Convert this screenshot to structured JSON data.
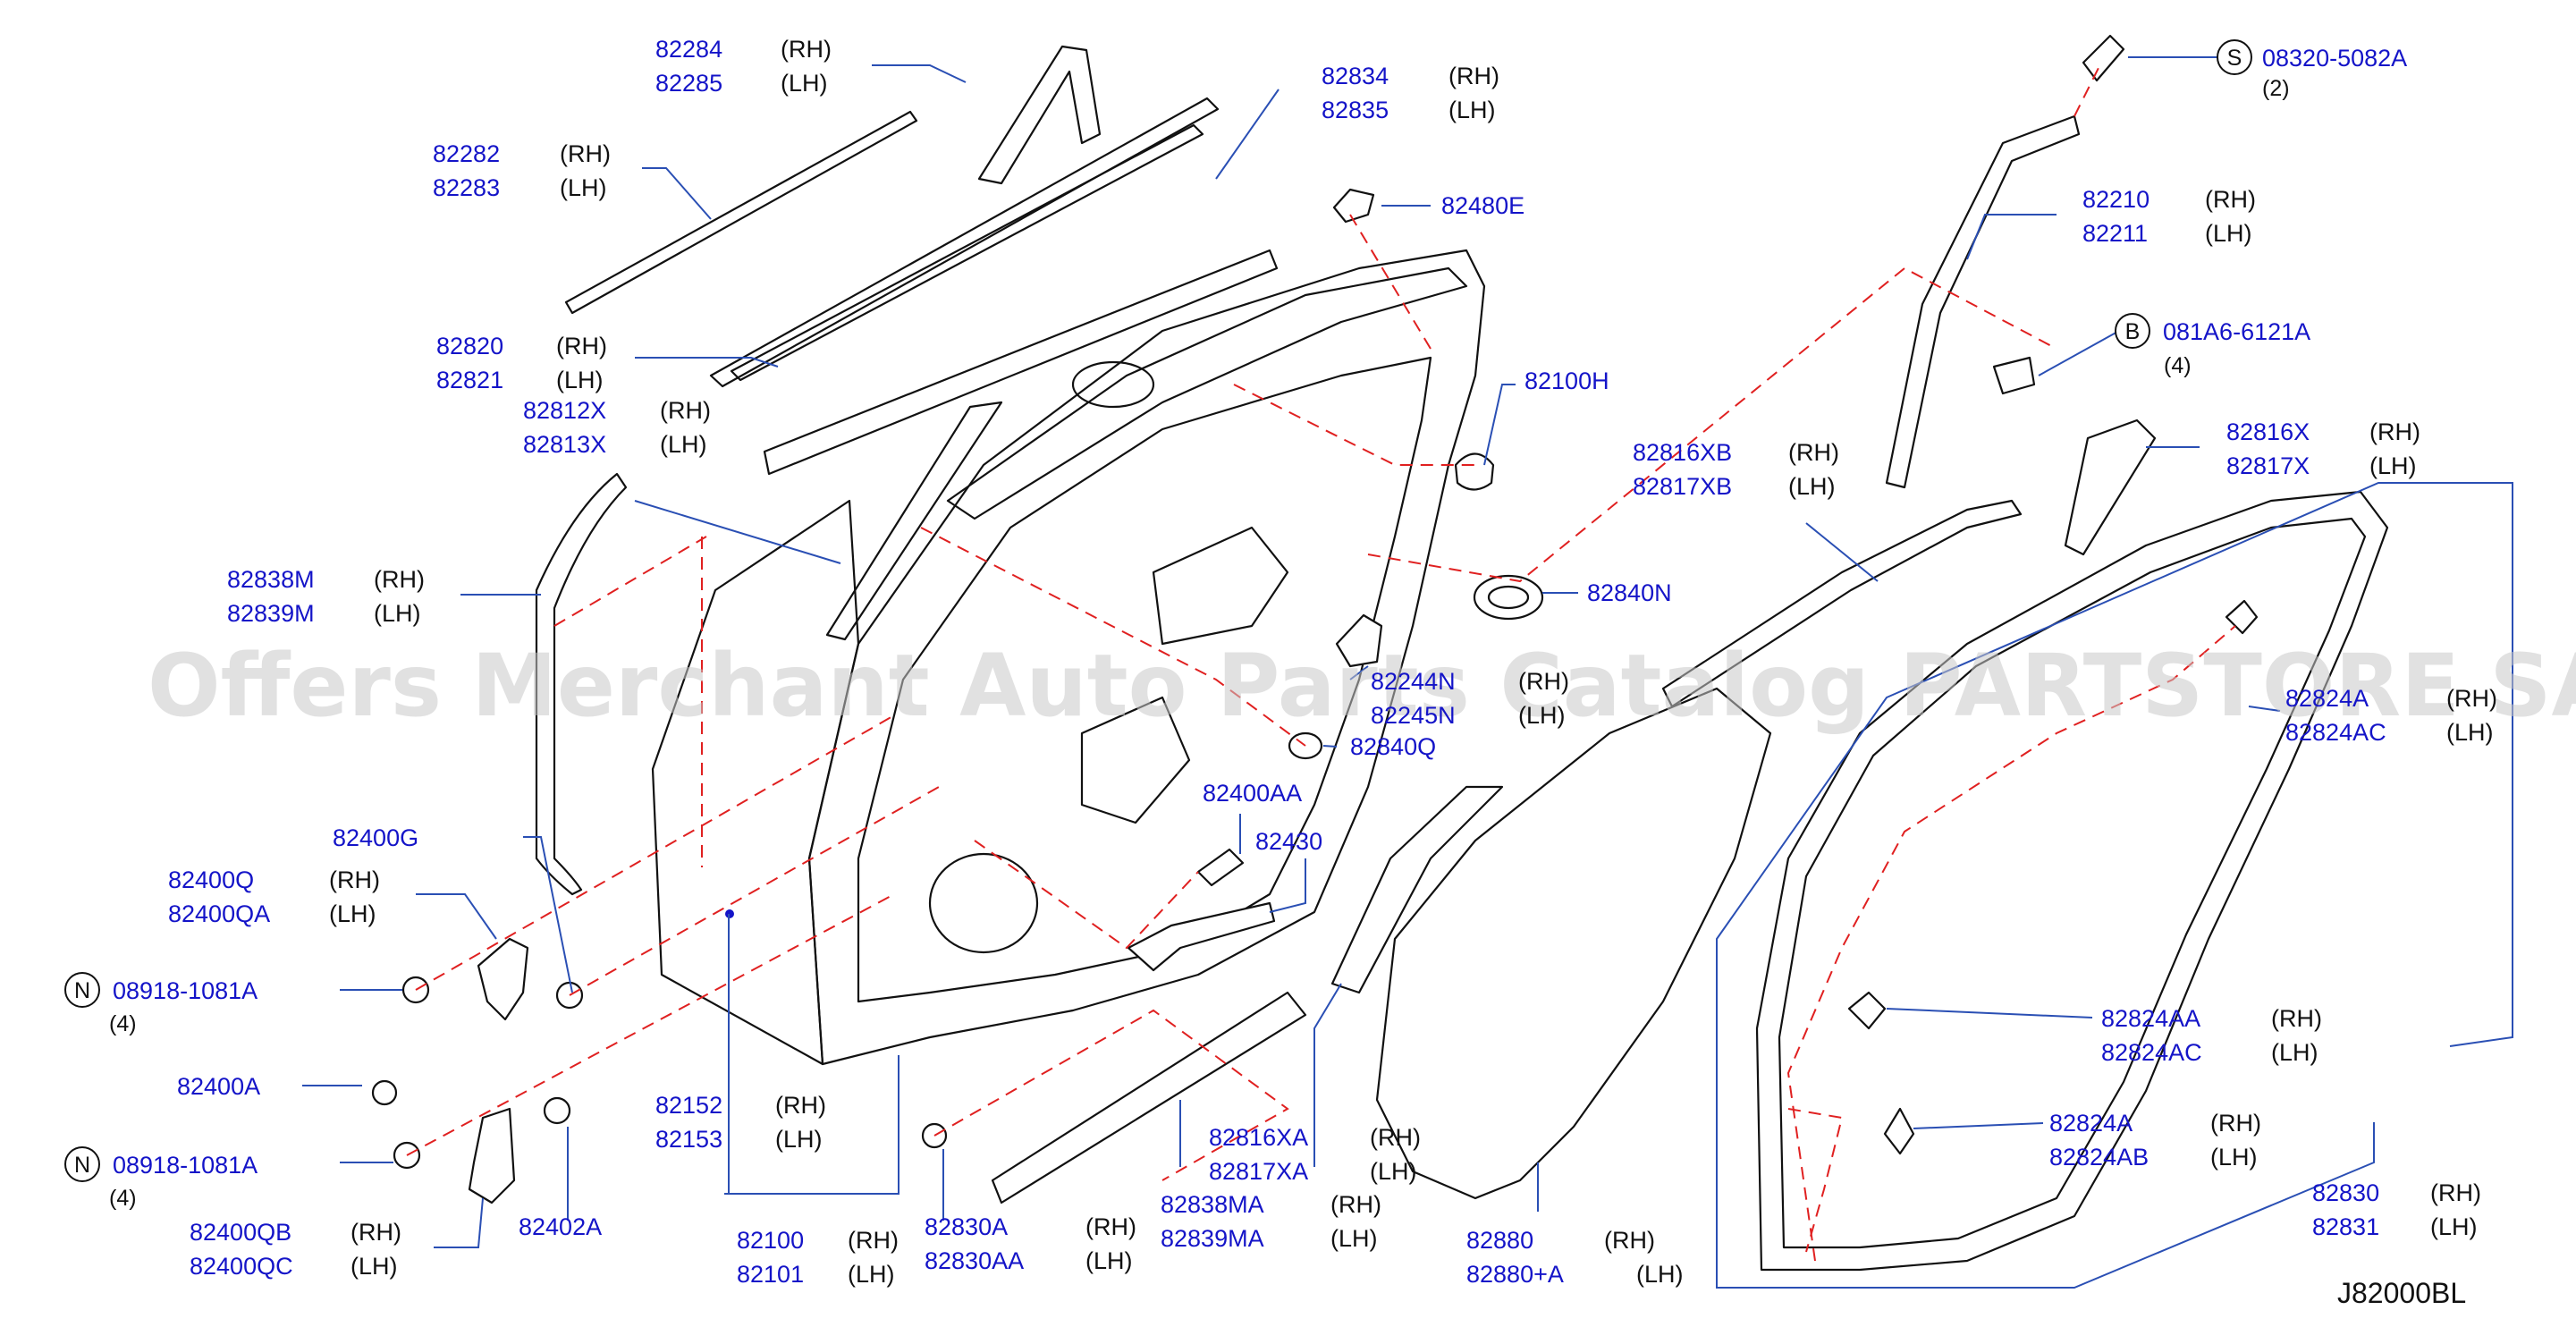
{
  "watermark": "Offers Merchant Auto Parts Catalog PARTSTORE SA",
  "diagram_code": "J82000BL",
  "callouts": {
    "c82284": {
      "pn1": "82284",
      "pn2": "82285",
      "s1": "(RH)",
      "s2": "(LH)"
    },
    "c82282": {
      "pn1": "82282",
      "pn2": "82283",
      "s1": "(RH)",
      "s2": "(LH)"
    },
    "c82820": {
      "pn1": "82820",
      "pn2": "82821",
      "s1": "(RH)",
      "s2": "(LH)"
    },
    "c82812X": {
      "pn1": "82812X",
      "pn2": "82813X",
      "s1": "(RH)",
      "s2": "(LH)"
    },
    "c82834": {
      "pn1": "82834",
      "pn2": "82835",
      "s1": "(RH)",
      "s2": "(LH)"
    },
    "c82480E": {
      "pn1": "82480E"
    },
    "c82100H": {
      "pn1": "82100H"
    },
    "c82840N": {
      "pn1": "82840N"
    },
    "c82244N": {
      "pn1": "82244N",
      "pn2": "82245N",
      "s1": "(RH)",
      "s2": "(LH)"
    },
    "c82840Q": {
      "pn1": "82840Q"
    },
    "c82838M": {
      "pn1": "82838M",
      "pn2": "82839M",
      "s1": "(RH)",
      "s2": "(LH)"
    },
    "c82400G": {
      "pn1": "82400G"
    },
    "c82400Q": {
      "pn1": "82400Q",
      "pn2": "82400QA",
      "s1": "(RH)",
      "s2": "(LH)"
    },
    "c08918a": {
      "sym": "N",
      "pn1": "08918-1081A",
      "qty": "(4)"
    },
    "c82400A": {
      "pn1": "82400A"
    },
    "c08918b": {
      "sym": "N",
      "pn1": "08918-1081A",
      "qty": "(4)"
    },
    "c82400QB": {
      "pn1": "82400QB",
      "pn2": "82400QC",
      "s1": "(RH)",
      "s2": "(LH)"
    },
    "c82402A": {
      "pn1": "82402A"
    },
    "c82152": {
      "pn1": "82152",
      "pn2": "82153",
      "s1": "(RH)",
      "s2": "(LH)"
    },
    "c82100": {
      "pn1": "82100",
      "pn2": "82101",
      "s1": "(RH)",
      "s2": "(LH)"
    },
    "c82830A": {
      "pn1": "82830A",
      "pn2": "82830AA",
      "s1": "(RH)",
      "s2": "(LH)"
    },
    "c82400AA": {
      "pn1": "82400AA"
    },
    "c82430": {
      "pn1": "82430"
    },
    "c82816XA": {
      "pn1": "82816XA",
      "pn2": "82817XA",
      "s1": "(RH)",
      "s2": "(LH)"
    },
    "c82838MA": {
      "pn1": "82838MA",
      "pn2": "82839MA",
      "s1": "(RH)",
      "s2": "(LH)"
    },
    "c82880": {
      "pn1": "82880",
      "pn2": "82880+A",
      "s1": "(RH)",
      "s2": "(LH)"
    },
    "c08320": {
      "sym": "S",
      "pn1": "08320-5082A",
      "qty": "(2)"
    },
    "c82210": {
      "pn1": "82210",
      "pn2": "82211",
      "s1": "(RH)",
      "s2": "(LH)"
    },
    "c081A6": {
      "sym": "B",
      "pn1": "081A6-6121A",
      "qty": "(4)"
    },
    "c82816X": {
      "pn1": "82816X",
      "pn2": "82817X",
      "s1": "(RH)",
      "s2": "(LH)"
    },
    "c82816XB": {
      "pn1": "82816XB",
      "pn2": "82817XB",
      "s1": "(RH)",
      "s2": "(LH)"
    },
    "c82824A_top": {
      "pn1": "82824A",
      "pn2": "82824AC",
      "s1": "(RH)",
      "s2": "(LH)"
    },
    "c82824AA": {
      "pn1": "82824AA",
      "pn2": "82824AC",
      "s1": "(RH)",
      "s2": "(LH)"
    },
    "c82824A": {
      "pn1": "82824A",
      "pn2": "82824AB",
      "s1": "(RH)",
      "s2": "(LH)"
    },
    "c82830": {
      "pn1": "82830",
      "pn2": "82831",
      "s1": "(RH)",
      "s2": "(LH)"
    }
  }
}
